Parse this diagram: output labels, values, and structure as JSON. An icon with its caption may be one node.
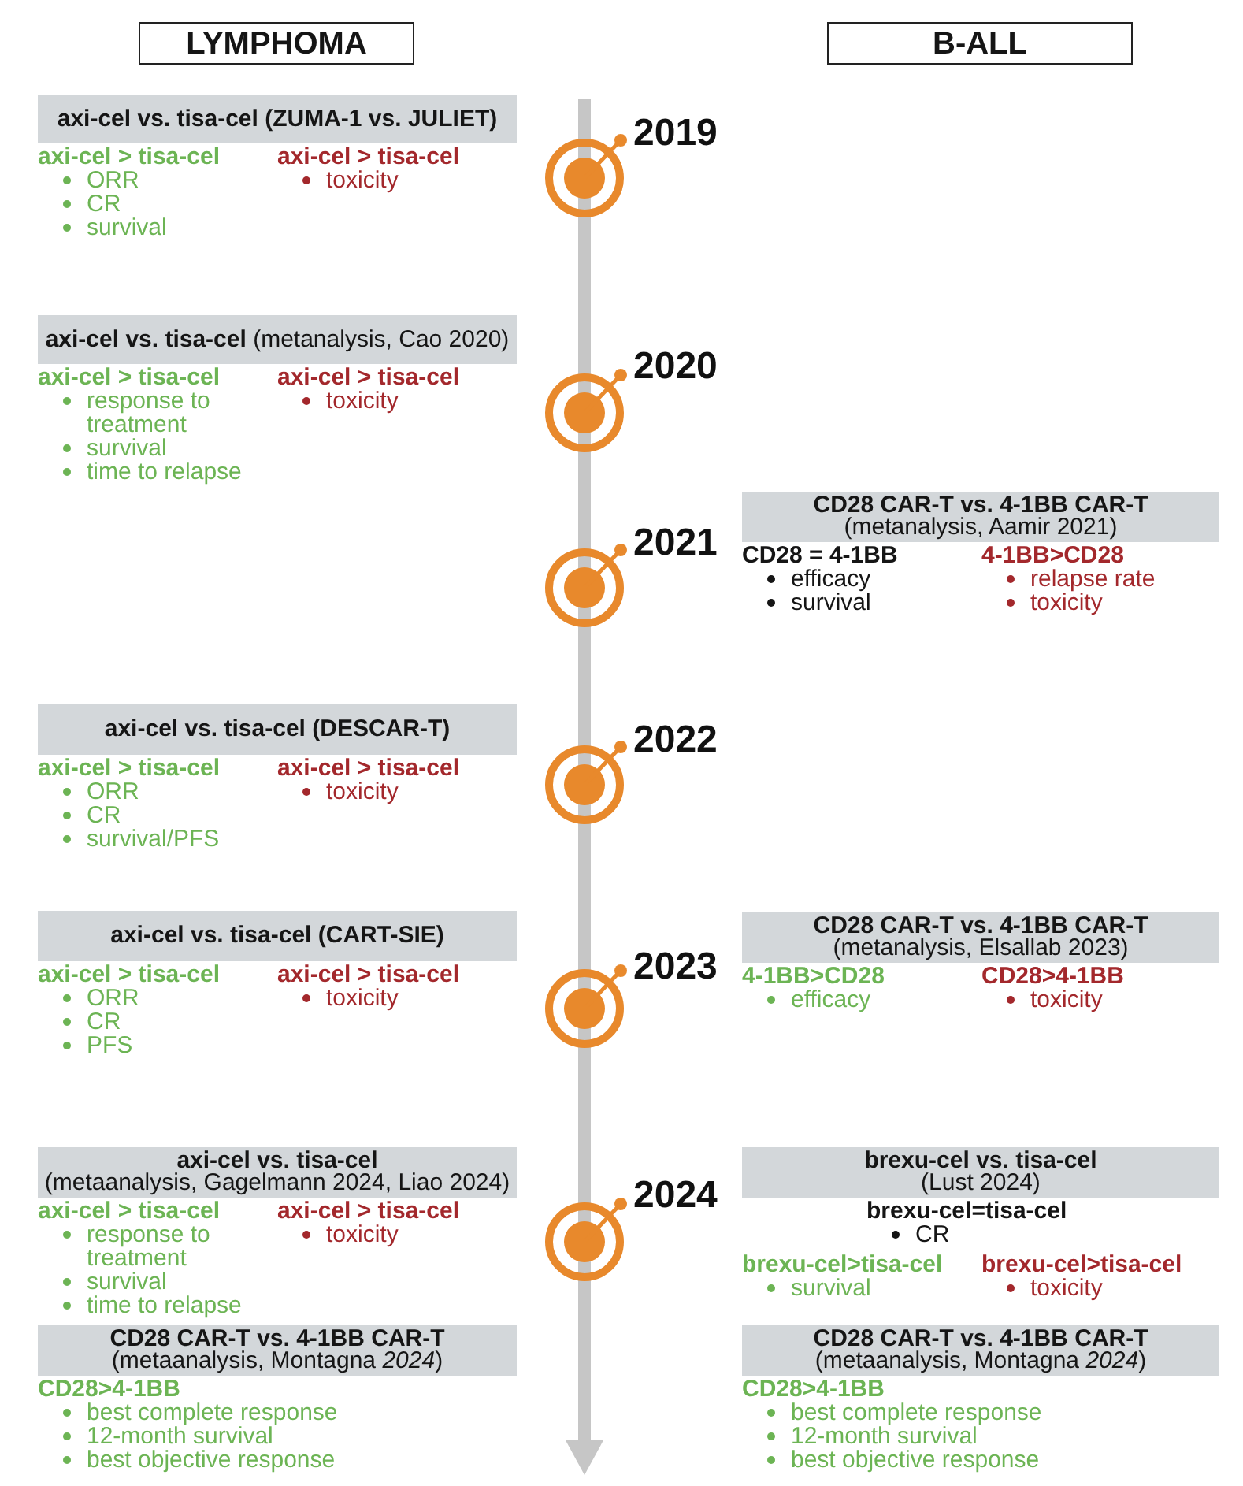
{
  "diagram": {
    "nodes": [
      {
        "text": [
          "LYMPHOMA"
        ]
      },
      {
        "text": [
          "B-ALL"
        ]
      },
      {
        "text": [
          "axi-cel vs. tisa-cel (ZUMA-1 vs. JULIET)"
        ],
        "beside": [
          "axi-cel > tisa-cel",
          "ORR",
          "CR",
          "survival",
          "axi-cel > tisa-cel",
          "toxicity"
        ]
      },
      {
        "text": [],
        "shape": "circle",
        "beside": [
          "2019"
        ]
      },
      {
        "text": [
          "**axi-cel vs. tisa-cel** (metanalysis, Cao 2020)"
        ],
        "beside": [
          "axi-cel > tisa-cel",
          "response to treatment",
          "survival",
          "time to relapse",
          "axi-cel > tisa-cel",
          "toxicity"
        ]
      },
      {
        "text": [],
        "shape": "circle",
        "beside": [
          "2020"
        ]
      },
      {
        "text": [],
        "shape": "circle",
        "beside": [
          "2021"
        ]
      },
      {
        "text": [
          "CD28 CAR-T vs. 4-1BB CAR-T",
          "(metanalysis, Aamir 2021)"
        ],
        "beside": [
          "CD28 = 4-1BB",
          "efficacy",
          "survival",
          "4-1BB>CD28",
          "relapse rate",
          "toxicity"
        ]
      },
      {
        "text": [
          "axi-cel vs. tisa-cel (DESCAR-T)"
        ],
        "beside": [
          "axi-cel > tisa-cel",
          "ORR",
          "CR",
          "survival/PFS",
          "axi-cel > tisa-cel",
          "toxicity"
        ]
      },
      {
        "text": [],
        "shape": "circle",
        "beside": [
          "2022"
        ]
      },
      {
        "text": [
          "axi-cel vs. tisa-cel (CART-SIE)"
        ],
        "beside": [
          "axi-cel > tisa-cel",
          "ORR",
          "CR",
          "PFS",
          "axi-cel > tisa-cel",
          "toxicity"
        ]
      },
      {
        "text": [],
        "shape": "circle",
        "beside": [
          "2023"
        ]
      },
      {
        "text": [
          "CD28 CAR-T vs. 4-1BB CAR-T",
          "(metanalysis, Elsallab 2023)"
        ],
        "beside": [
          "4-1BB>CD28",
          "efficacy",
          "CD28>4-1BB",
          "toxicity"
        ]
      },
      {
        "text": [
          "axi-cel vs. tisa-cel",
          "(metaanalysis, Gagelmann 2024, Liao 2024)"
        ],
        "beside": [
          "axi-cel > tisa-cel",
          "response to treatment",
          "survival",
          "time to relapse",
          "axi-cel > tisa-cel",
          "toxicity"
        ]
      },
      {
        "text": [],
        "shape": "circle",
        "beside": [
          "2024"
        ]
      },
      {
        "text": [
          "brexu-cel vs. tisa-cel",
          "(Lust 2024)"
        ],
        "beside": [
          "brexu-cel=tisa-cel",
          "CR",
          "brexu-cel>tisa-cel",
          "survival",
          "brexu-cel>tisa-cel",
          "toxicity"
        ]
      },
      {
        "text": [
          "CD28 CAR-T vs. 4-1BB CAR-T",
          "(metaanalysis, Montagna *2024*)"
        ],
        "beside": [
          "CD28>4-1BB",
          "best complete response",
          "12-month survival",
          "best objective response"
        ]
      },
      {
        "text": [
          "CD28 CAR-T vs. 4-1BB CAR-T",
          "(metaanalysis, Montagna *2024*)"
        ],
        "beside": [
          "CD28>4-1BB",
          "best complete response",
          "12-month survival",
          "best objective response"
        ]
      }
    ]
  }
}
